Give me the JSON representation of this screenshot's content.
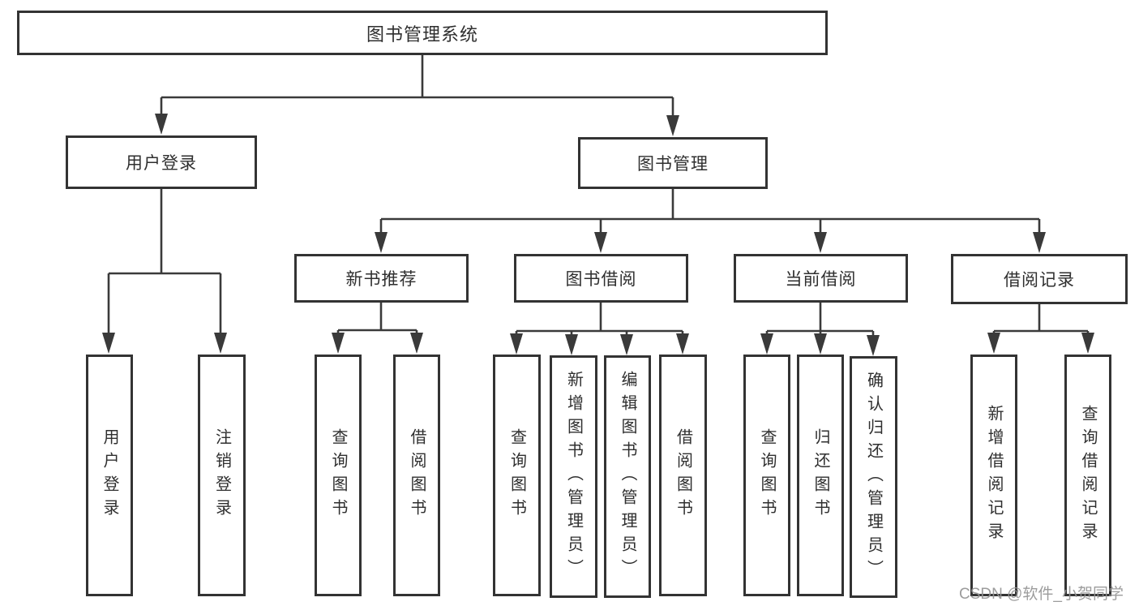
{
  "tree": {
    "label": "图书管理系统",
    "children": [
      {
        "label": "用户登录",
        "children": [
          {
            "label": "用户登录"
          },
          {
            "label": "注销登录"
          }
        ]
      },
      {
        "label": "图书管理",
        "children": [
          {
            "label": "新书推荐",
            "children": [
              {
                "label": "查询图书"
              },
              {
                "label": "借阅图书"
              }
            ]
          },
          {
            "label": "图书借阅",
            "children": [
              {
                "label": "查询图书"
              },
              {
                "label": "新增图书（管理员）"
              },
              {
                "label": "编辑图书（管理员）"
              },
              {
                "label": "借阅图书"
              }
            ]
          },
          {
            "label": "当前借阅",
            "children": [
              {
                "label": "查询图书"
              },
              {
                "label": "归还图书"
              },
              {
                "label": "确认归还（管理员）"
              }
            ]
          },
          {
            "label": "借阅记录",
            "children": [
              {
                "label": "新增借阅记录"
              },
              {
                "label": "查询借阅记录"
              }
            ]
          }
        ]
      }
    ]
  },
  "watermark": {
    "text": "CSDN @软件_小贺同学"
  },
  "colors": {
    "line": "#3a3a3a",
    "box-border": "#333333",
    "box-text": "#2f2f2f",
    "watermark": "#949494",
    "background": "#ffffff"
  }
}
